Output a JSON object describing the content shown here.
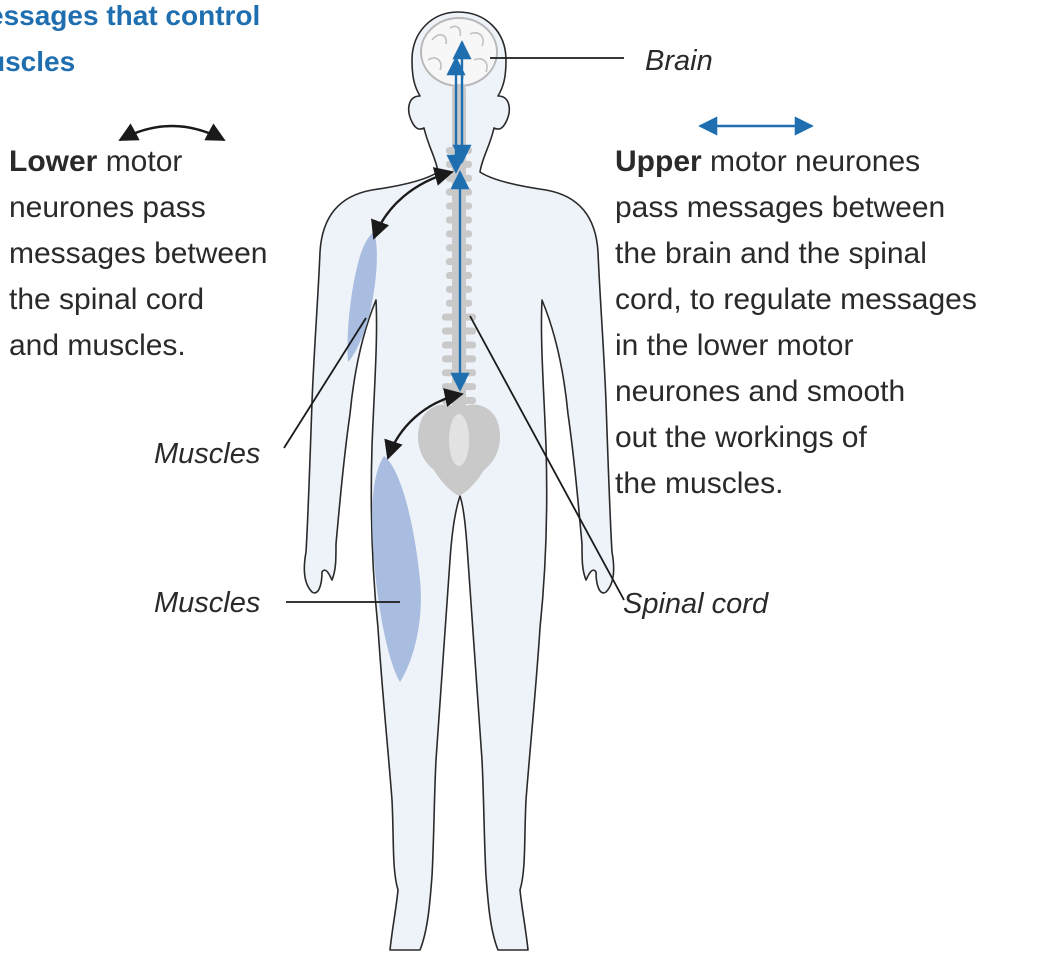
{
  "heading": {
    "line1": "essages that control",
    "line2": "uscles"
  },
  "lower_text": {
    "bold": "Lower",
    "lines": [
      " motor",
      "neurones pass",
      "messages between",
      "the spinal cord",
      "and muscles."
    ]
  },
  "upper_text": {
    "bold": "Upper",
    "lines": [
      " motor neurones",
      "pass messages between",
      "the brain and the spinal",
      "cord, to regulate messages",
      "in the lower motor",
      "neurones and smooth",
      "out the workings of",
      "the muscles."
    ]
  },
  "labels": {
    "brain": "Brain",
    "muscles_arm": "Muscles",
    "muscles_leg": "Muscles",
    "spinal_cord": "Spinal cord"
  },
  "colors": {
    "heading": "#1f6fb0",
    "body_fill": "#eef2f9",
    "body_outline": "#2a2a2a",
    "bone": "#c9c9c9",
    "muscle": "#a9bde0",
    "upper_neurone_arrow": "#1f6fb0",
    "lower_neurone_arrow": "#1a1a1a"
  }
}
